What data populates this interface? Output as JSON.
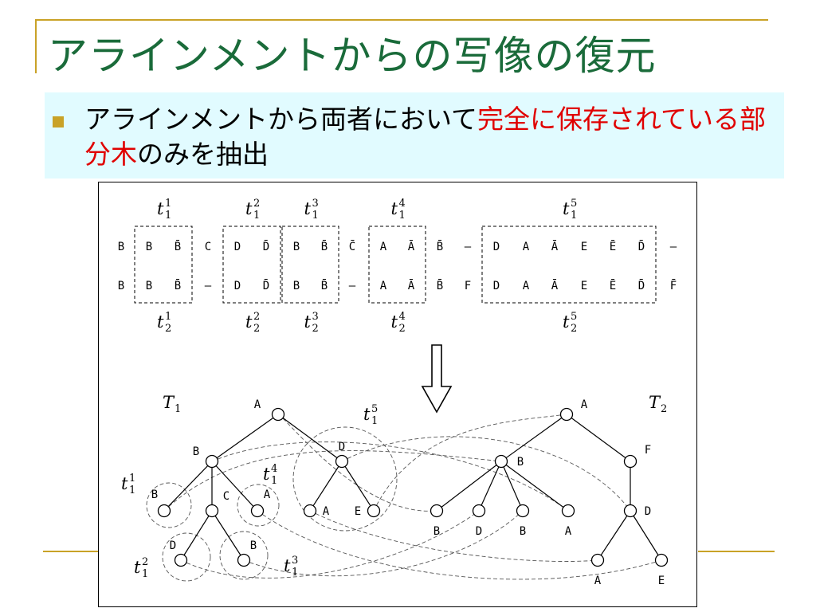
{
  "slide": {
    "title": "アラインメントからの写像の復元",
    "bullet": {
      "part1": "アラインメントから両者において",
      "part2": "完全に保存されている部分木",
      "part3": "のみを抽出"
    },
    "colors": {
      "title": "#1a6b3a",
      "accent": "#c9a227",
      "highlight": "#e00000",
      "box": "#e1fbff"
    }
  },
  "alignment": {
    "row1": [
      "B",
      "B",
      "B̄",
      "C",
      "D",
      "D̄",
      "B",
      "B̄",
      "C̄",
      "A",
      "Ā",
      "B̄",
      "–",
      "D",
      "A",
      "Ā",
      "E",
      "Ē",
      "D̄",
      "–"
    ],
    "row2": [
      "B",
      "B",
      "B̄",
      "–",
      "D",
      "D̄",
      "B",
      "B̄",
      "–",
      "A",
      "Ā",
      "B̄",
      "F",
      "D",
      "A",
      "Ā",
      "E",
      "Ē",
      "D̄",
      "F̄"
    ],
    "top_labels": [
      {
        "t": "t",
        "sub": "1",
        "sup": "1"
      },
      {
        "t": "t",
        "sub": "1",
        "sup": "2"
      },
      {
        "t": "t",
        "sub": "1",
        "sup": "3"
      },
      {
        "t": "t",
        "sub": "1",
        "sup": "4"
      },
      {
        "t": "t",
        "sub": "1",
        "sup": "5"
      }
    ],
    "bottom_labels": [
      {
        "t": "t",
        "sub": "2",
        "sup": "1"
      },
      {
        "t": "t",
        "sub": "2",
        "sup": "2"
      },
      {
        "t": "t",
        "sub": "2",
        "sup": "3"
      },
      {
        "t": "t",
        "sub": "2",
        "sup": "4"
      },
      {
        "t": "t",
        "sub": "2",
        "sup": "5"
      }
    ]
  },
  "tree1": {
    "label": {
      "t": "T",
      "sub": "1"
    },
    "nodes": {
      "root": "A",
      "b": "B",
      "d": "D",
      "leaf_b": "B",
      "c": "C",
      "leaf_a": "A",
      "da": "A",
      "de": "E",
      "cd": "D",
      "cb": "B"
    },
    "subtree_labels": [
      {
        "t": "t",
        "sub": "1",
        "sup": "1"
      },
      {
        "t": "t",
        "sub": "1",
        "sup": "2"
      },
      {
        "t": "t",
        "sub": "1",
        "sup": "3"
      },
      {
        "t": "t",
        "sub": "1",
        "sup": "4"
      },
      {
        "t": "t",
        "sub": "1",
        "sup": "5"
      }
    ]
  },
  "tree2": {
    "label": {
      "t": "T",
      "sub": "2"
    },
    "nodes": {
      "root": "A",
      "b": "B",
      "f": "F",
      "l1": "B",
      "l2": "D",
      "l3": "B",
      "l4": "A",
      "d": "D",
      "da": "A",
      "de": "E"
    }
  }
}
